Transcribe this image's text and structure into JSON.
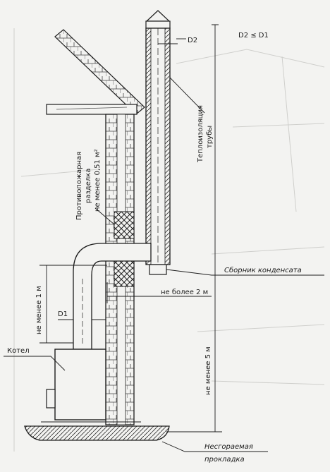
{
  "labels": {
    "d2_marker": "D2",
    "d_relation": "D2 ≤ D1",
    "insulation_line1": "Теплоизоляция",
    "insulation_line2": "трубы",
    "firebreak_line1": "Противопожарная",
    "firebreak_line2": "разделка",
    "firebreak_line3": "не менее 0,51 м²",
    "condensate": "Сборник конденсата",
    "max_horizontal": "не более 2 м",
    "min_height_1m": "не менее 1 м",
    "d1_marker": "D1",
    "boiler": "Котел",
    "min_height_5m": "не менее 5 м",
    "pad_line1": "Несгораемая",
    "pad_line2": "прокладка"
  },
  "colors": {
    "ink": "#1d1d1d",
    "paper": "#f3f3f1",
    "faint": "#c9c9c6"
  }
}
